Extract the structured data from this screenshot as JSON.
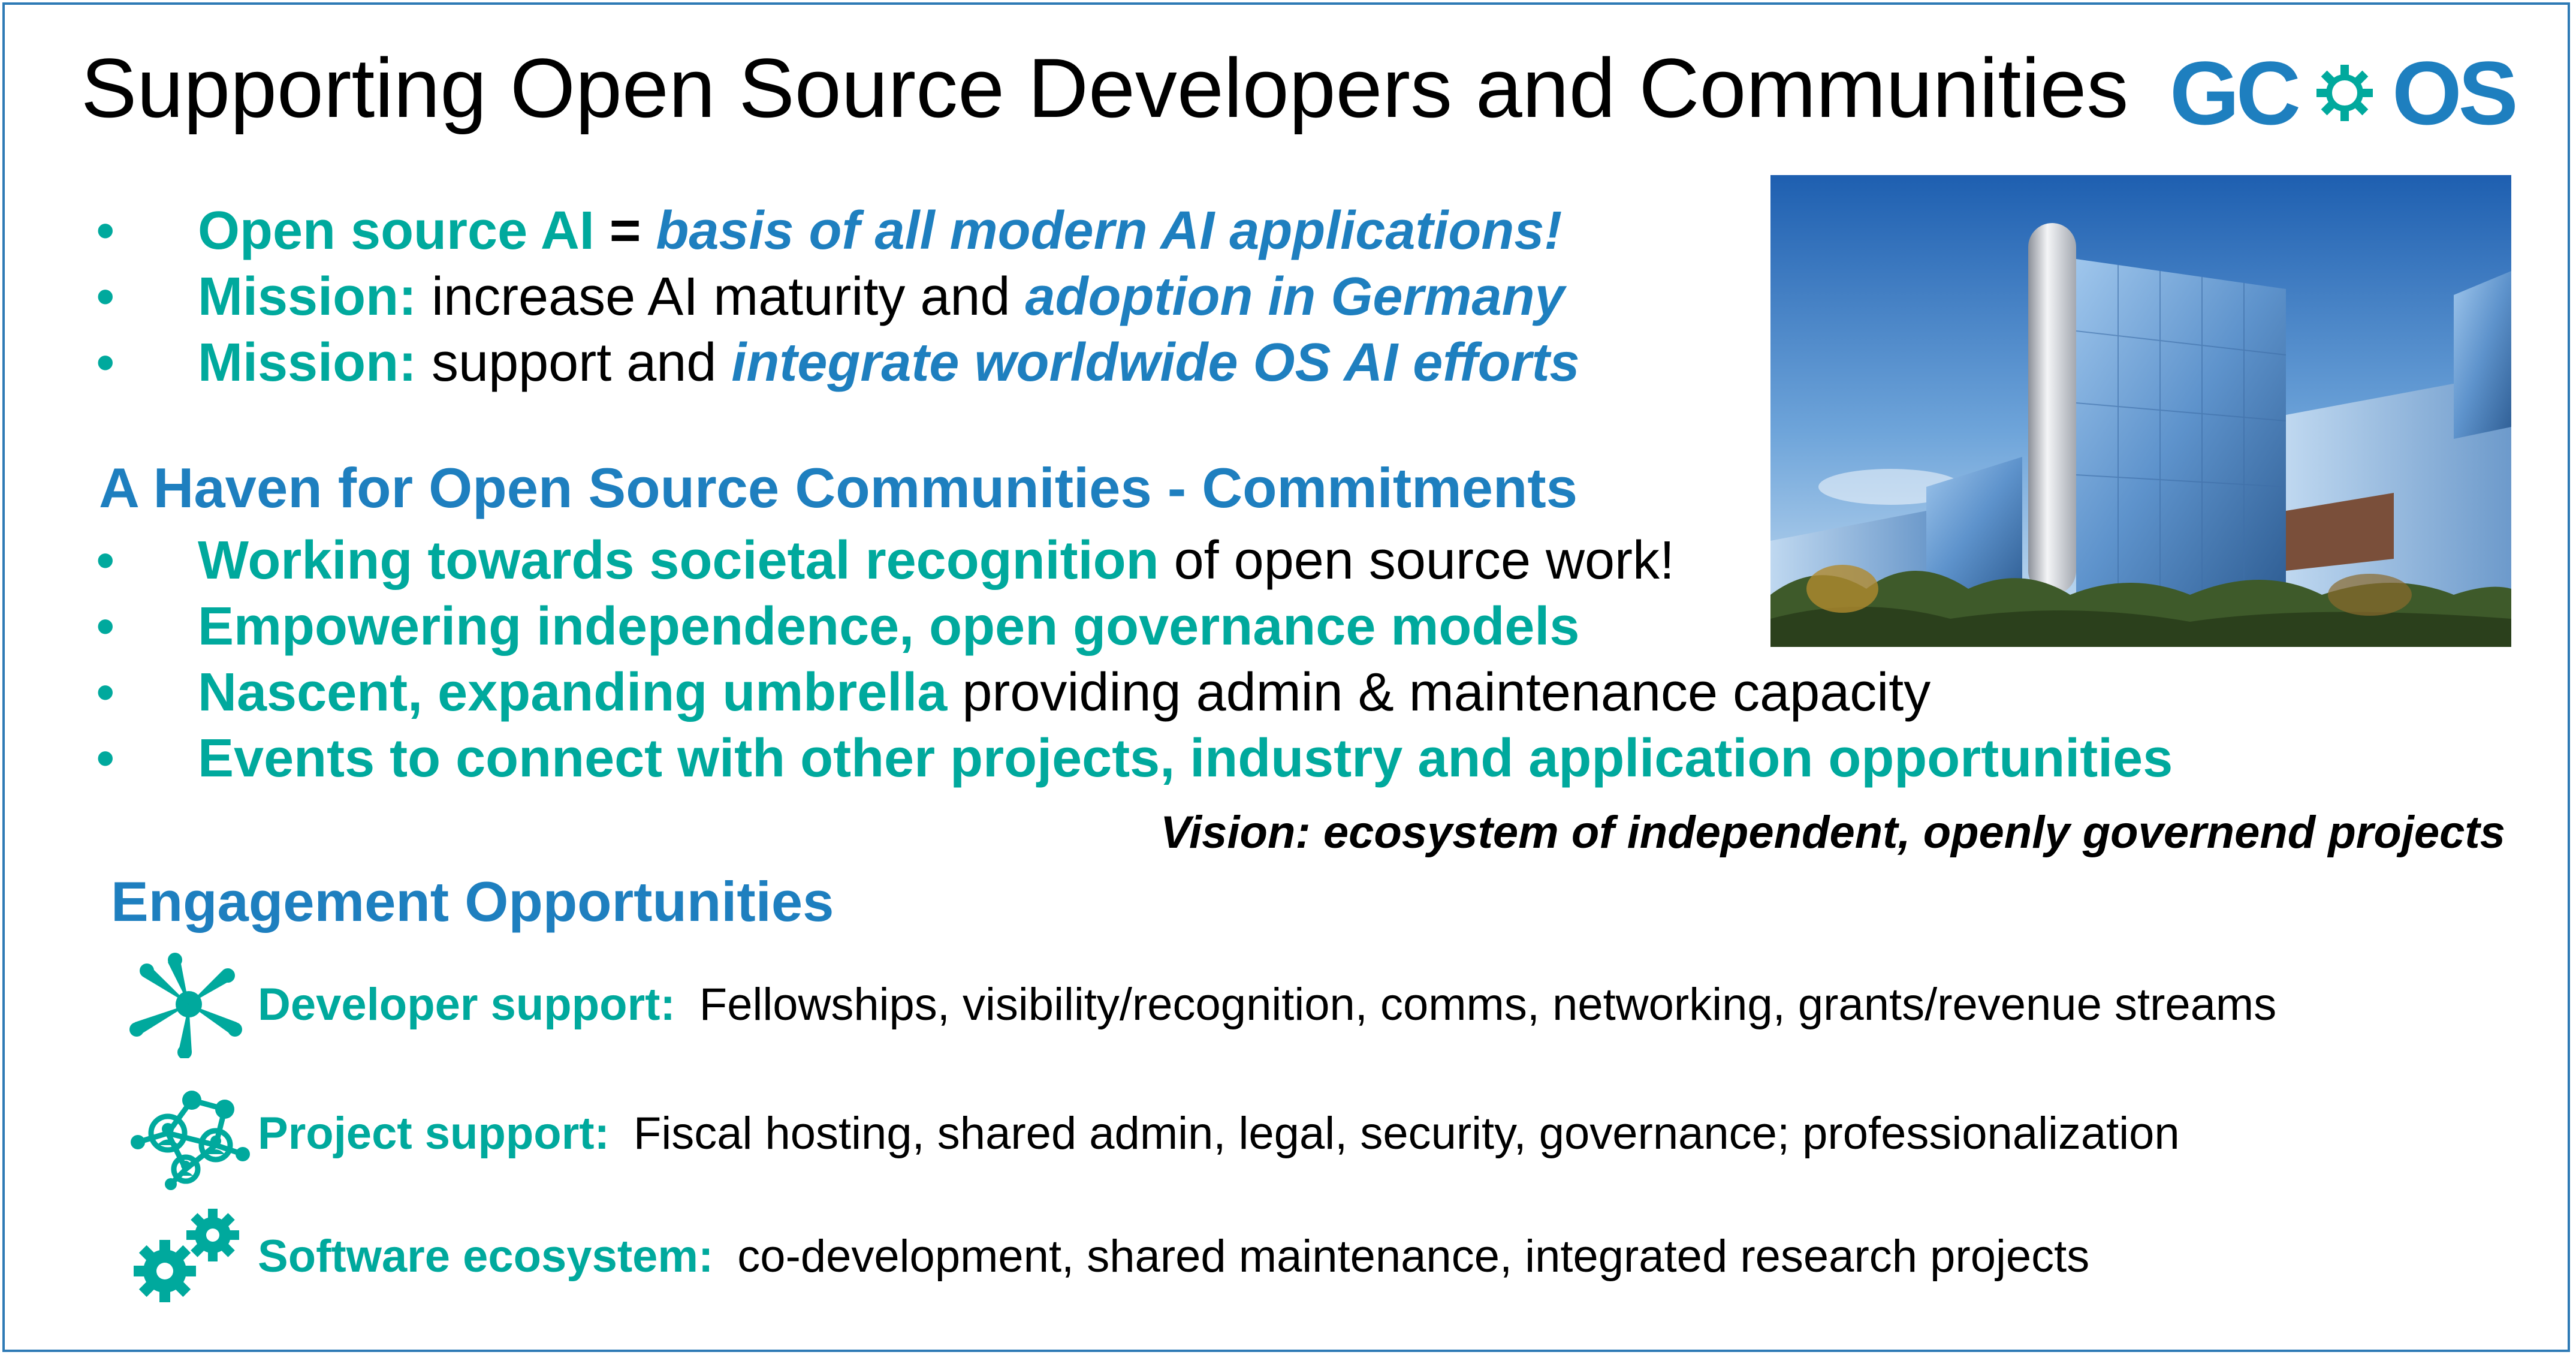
{
  "title": "Supporting Open Source Developers and Communities",
  "logo": {
    "text_a": "GC",
    "text_b": "OS",
    "icon": "gear-flower-logo"
  },
  "mission_bullets": [
    {
      "p1": "Open source AI",
      "p2": " = ",
      "p3": "basis of all modern AI applications!"
    },
    {
      "p1": "Mission:",
      "p2": " increase AI maturity and ",
      "p3": "adoption in Germany"
    },
    {
      "p1": "Mission:",
      "p2": " support and ",
      "p3": "integrate worldwide OS AI efforts"
    }
  ],
  "haven_heading": "A Haven for Open Source Communities - Commitments",
  "haven_bullets": [
    {
      "bold": "Working towards societal recognition",
      "rest": " of open source work!"
    },
    {
      "bold": "Empowering independence, open governance models",
      "rest": ""
    },
    {
      "bold": "Nascent, expanding umbrella",
      "rest": " providing admin & maintenance capacity"
    },
    {
      "bold": "Events to connect with other projects, industry and application opportunities",
      "rest": ""
    }
  ],
  "bullet_char": "•",
  "vision": "Vision: ecosystem of independent, openly governend projects",
  "engagement_heading": "Engagement Opportunities",
  "engagement": [
    {
      "label": "Developer support:",
      "text": "Fellowships, visibility/recognition, comms, networking, grants/revenue streams",
      "icon": "hands-together-icon"
    },
    {
      "label": "Project support:",
      "text": "Fiscal hosting, shared admin, legal, security, governance; professionalization",
      "icon": "network-people-icon"
    },
    {
      "label": "Software ecosystem:",
      "text": "co-development, shared maintenance, integrated research projects",
      "icon": "gears-icon"
    }
  ],
  "colors": {
    "teal": "#00A99D",
    "blue": "#1E7FBF",
    "border": "#2E7AB5"
  }
}
